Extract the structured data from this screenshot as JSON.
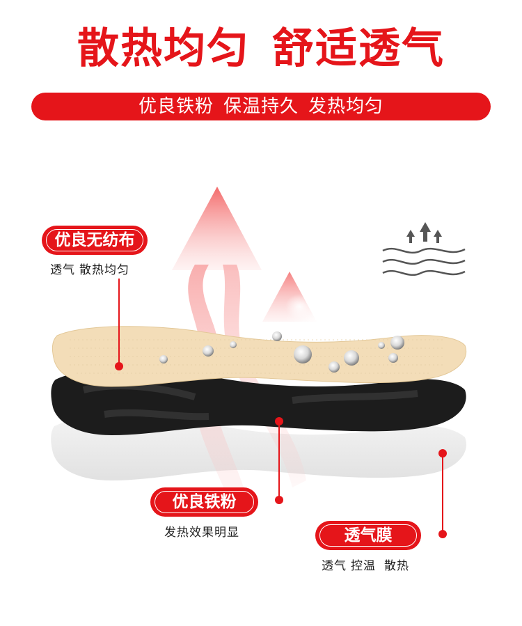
{
  "title": {
    "part1": "散热均匀",
    "part2": "舒适透气"
  },
  "banner": {
    "part1": "优良铁粉",
    "part2": "保温持久",
    "part3": "发热均匀"
  },
  "labels": {
    "top": {
      "label": "优良无纺布",
      "desc1": "透气",
      "desc2": "散热均匀"
    },
    "middle": {
      "label": "优良铁粉",
      "desc": "发热效果明显"
    },
    "bottom": {
      "label": "透气膜",
      "desc1": "透气",
      "desc2": "控温",
      "desc3": "散热"
    }
  },
  "colors": {
    "accent": "#e5151a",
    "insole_top": "#f3ddb8",
    "insole_mid": "#1c1c1c",
    "insole_film": "#e8e8e8"
  },
  "icons": [
    "heat-arrow-icon",
    "breathable-wave-icon"
  ]
}
